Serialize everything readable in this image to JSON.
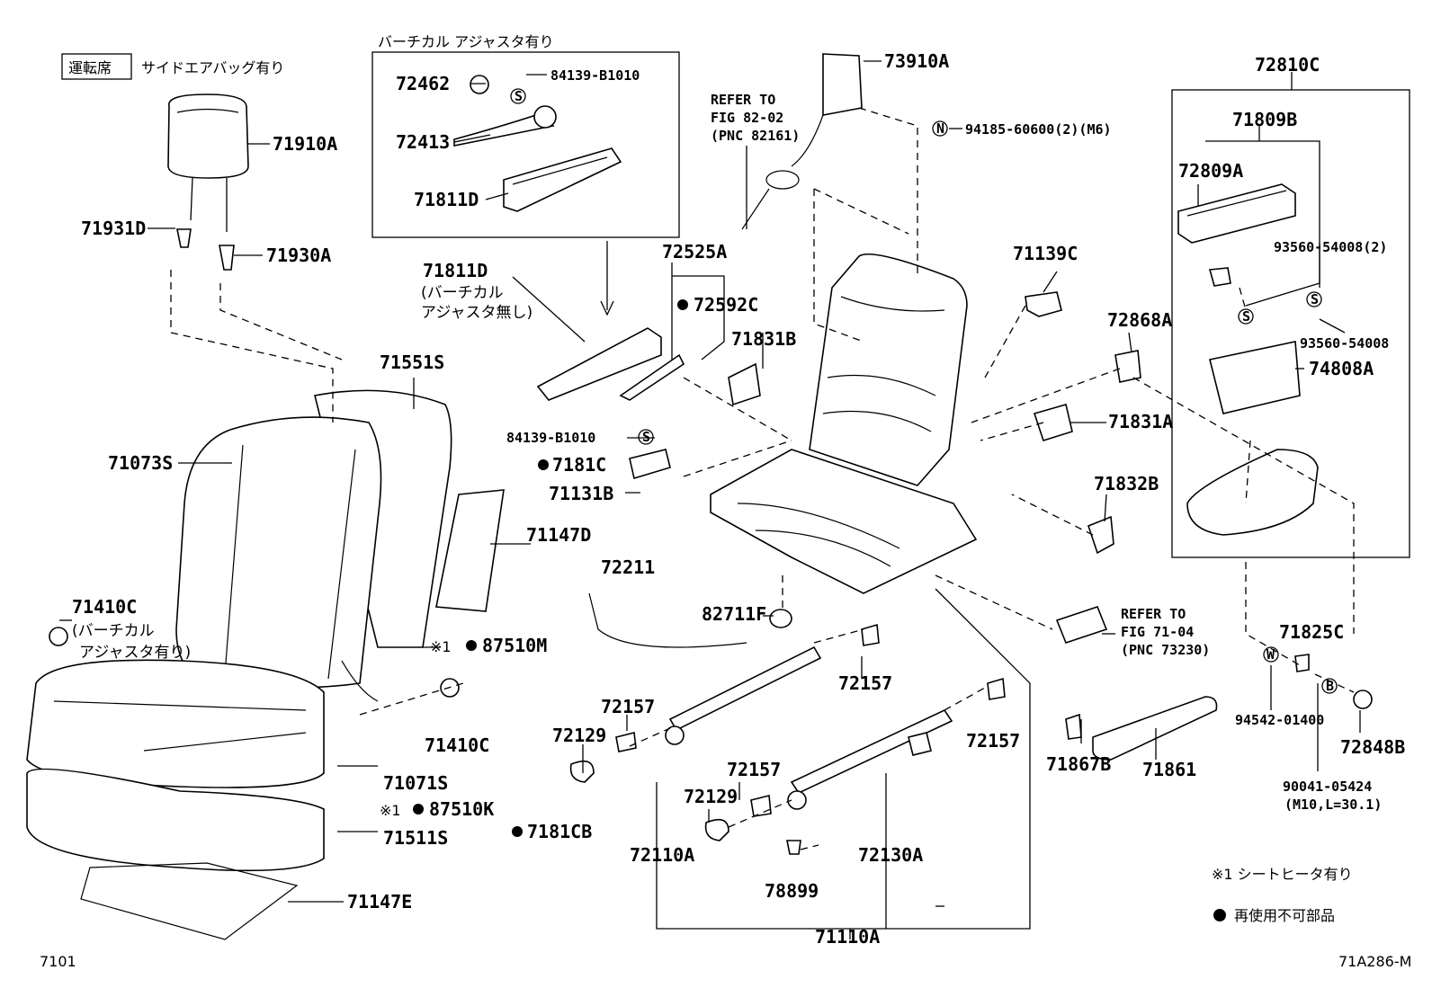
{
  "header": {
    "seat_box": "運転席",
    "seat_note": "サイドエアバッグ有り",
    "vertical_adjuster": "バーチカル アジャスタ有り"
  },
  "refs": {
    "ref1": [
      "REFER TO",
      "FIG 82-02",
      "(PNC 82161)"
    ],
    "ref2": [
      "REFER TO",
      "FIG 71-04",
      "(PNC 73230)"
    ]
  },
  "notes": {
    "n71811d": [
      "(バーチカル",
      "アジャスタ無し)"
    ],
    "n71410c": [
      "(バーチカル",
      "アジャスタ有り)"
    ],
    "m10": "(M10,L=30.1)",
    "legend_heater": "※1 シートヒータ有り",
    "legend_dot": "再使用不可部品",
    "mark1": "※1"
  },
  "symbols": {
    "s": "S",
    "n": "N",
    "w": "W",
    "b": "B"
  },
  "parts": {
    "p71910A": "71910A",
    "p71931D": "71931D",
    "p71930A": "71930A",
    "p72462": "72462",
    "p84139a": "84139-B1010",
    "p72413": "72413",
    "p71811Da": "71811D",
    "p73910A": "73910A",
    "p94185": "94185-60600(2)(M6)",
    "p72810C": "72810C",
    "p71809B": "71809B",
    "p72809A": "72809A",
    "p93560a": "93560-54008(2)",
    "p93560b": "93560-54008",
    "p74808A": "74808A",
    "p72525A": "72525A",
    "p72592C": "72592C",
    "p71811Db": "71811D",
    "p71831B": "71831B",
    "p71139C": "71139C",
    "p72868A": "72868A",
    "p71831A": "71831A",
    "p71551S": "71551S",
    "p71073S": "71073S",
    "p84139b": "84139-B1010",
    "p7181C": "7181C",
    "p71131B": "71131B",
    "p71832B": "71832B",
    "p71147D": "71147D",
    "p72211": "72211",
    "p82711F": "82711F",
    "p71410Ca": "71410C",
    "p87510M": "87510M",
    "p71825C": "71825C",
    "p72157a": "72157",
    "p72157b": "72157",
    "p72129a": "72129",
    "p71410Cb": "71410C",
    "p94542": "94542-01400",
    "p71867B": "71867B",
    "p71861": "71861",
    "p72848B": "72848B",
    "p72157c": "72157",
    "p71071S": "71071S",
    "p87510K": "87510K",
    "p72157d": "72157",
    "p72129b": "72129",
    "p90041": "90041-05424",
    "p7181CB": "7181CB",
    "p71511S": "71511S",
    "p72110A": "72110A",
    "p72130A": "72130A",
    "p78899": "78899",
    "p71147E": "71147E",
    "p71110A": "71110A"
  },
  "footer": {
    "left": "7101",
    "right": "71A286-M"
  }
}
